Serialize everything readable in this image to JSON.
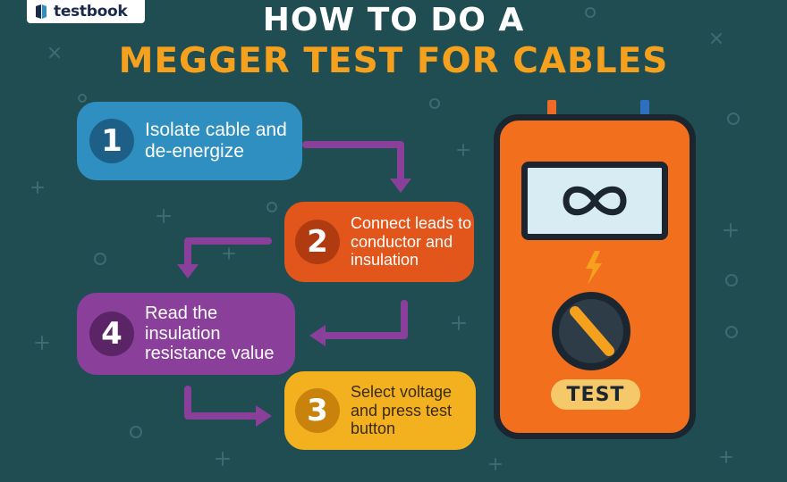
{
  "brand": {
    "name": "testbook"
  },
  "title": {
    "line1": "HOW TO DO A",
    "line2": "MEGGER TEST FOR CABLES"
  },
  "steps": [
    {
      "number": "1",
      "text": "Isolate cable and de-energize",
      "color": "#2f8fc0"
    },
    {
      "number": "2",
      "text": "Connect leads to conductor and insulation",
      "color": "#e2561c"
    },
    {
      "number": "4",
      "text": "Read the insulation resistance value",
      "color": "#8a3f9b"
    },
    {
      "number": "3",
      "text": "Select voltage and press test button",
      "color": "#f3b11f"
    }
  ],
  "meter": {
    "display_symbol": "∞",
    "button_label": "TEST",
    "icons": [
      "infinity-icon",
      "lightning-icon",
      "dial-knob-icon"
    ],
    "body_color": "#f26f1d"
  },
  "colors": {
    "background": "#1f4d52",
    "title_accent": "#f5a11e",
    "arrow": "#8a3f9b"
  }
}
